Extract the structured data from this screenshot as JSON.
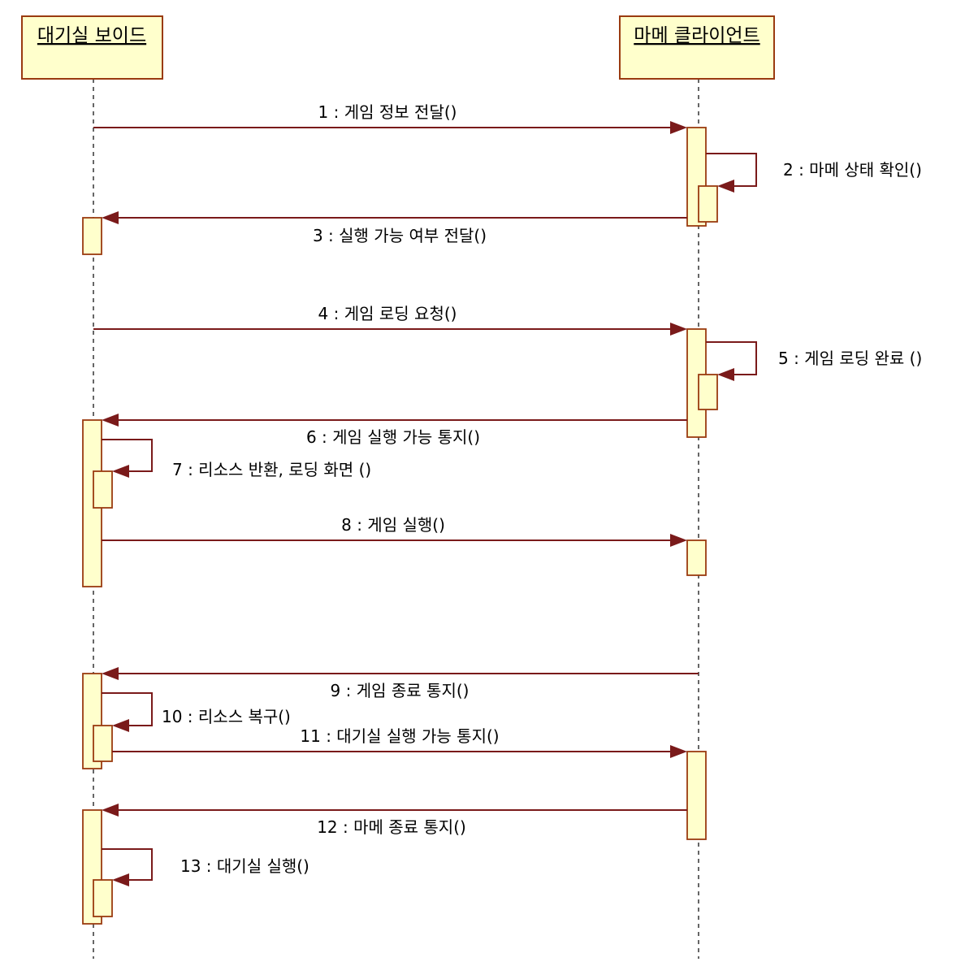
{
  "diagram": {
    "type": "sequence",
    "lifelines": [
      {
        "id": "waiting-room-board",
        "name": "대기실 보이드"
      },
      {
        "id": "mame-client",
        "name": "마메 클라이언트"
      }
    ],
    "messages": [
      {
        "label": "1 : 게임 정보 전달()",
        "from": "waiting-room-board",
        "to": "mame-client"
      },
      {
        "label": "2 : 마메 상태 확인()",
        "from": "mame-client",
        "to": "mame-client"
      },
      {
        "label": "3 : 실행 가능 여부 전달()",
        "from": "mame-client",
        "to": "waiting-room-board"
      },
      {
        "label": "4 : 게임 로딩 요청()",
        "from": "waiting-room-board",
        "to": "mame-client"
      },
      {
        "label": "5 : 게임 로딩 완료 ()",
        "from": "mame-client",
        "to": "mame-client"
      },
      {
        "label": "6 : 게임 실행 가능 통지()",
        "from": "mame-client",
        "to": "waiting-room-board"
      },
      {
        "label": "7 : 리소스 반환, 로딩 화면 ()",
        "from": "waiting-room-board",
        "to": "waiting-room-board"
      },
      {
        "label": "8 : 게임 실행()",
        "from": "waiting-room-board",
        "to": "mame-client"
      },
      {
        "label": "9 : 게임 종료 통지()",
        "from": "mame-client",
        "to": "waiting-room-board"
      },
      {
        "label": "10 : 리소스 복구()",
        "from": "waiting-room-board",
        "to": "waiting-room-board"
      },
      {
        "label": "11 : 대기실 실행 가능 통지()",
        "from": "waiting-room-board",
        "to": "mame-client"
      },
      {
        "label": "12 : 마메 종료 통지()",
        "from": "mame-client",
        "to": "waiting-room-board"
      },
      {
        "label": "13 : 대기실 실행()",
        "from": "waiting-room-board",
        "to": "waiting-room-board"
      }
    ]
  },
  "colors": {
    "box_fill": "#ffffcc",
    "box_border": "#9a3b10",
    "message_line": "#7a1a1a",
    "lifeline_dash": "#333333"
  }
}
